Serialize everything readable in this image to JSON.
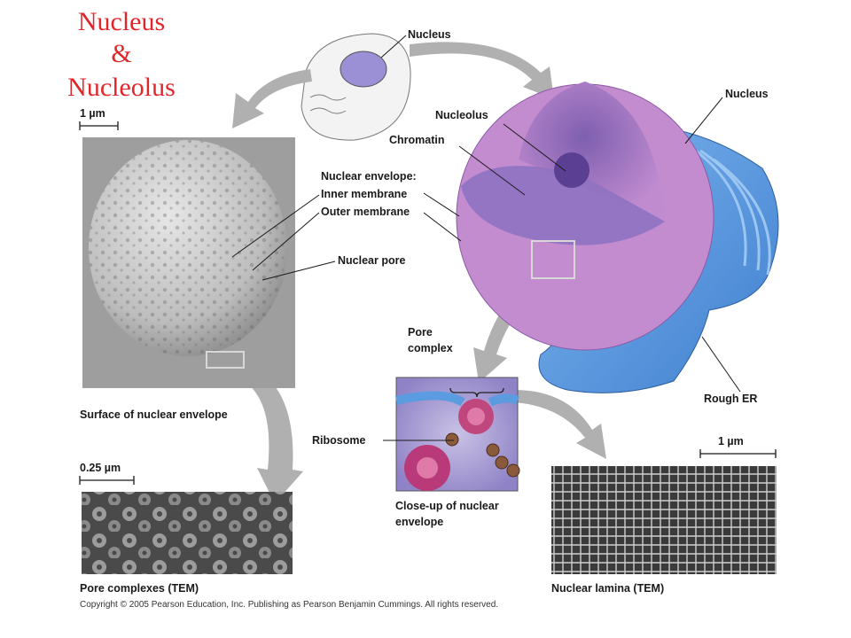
{
  "title": {
    "line1": "Nucleus",
    "line2": "&",
    "line3": "Nucleolus"
  },
  "labels": {
    "nucleus_top": "Nucleus",
    "nucleus_right": "Nucleus",
    "nucleolus": "Nucleolus",
    "chromatin": "Chromatin",
    "nuclear_envelope": "Nuclear envelope:",
    "inner_membrane": "Inner membrane",
    "outer_membrane": "Outer membrane",
    "nuclear_pore": "Nuclear pore",
    "pore_complex_1": "Pore",
    "pore_complex_2": "complex",
    "ribosome": "Ribosome",
    "rough_er": "Rough ER",
    "closeup_1": "Close-up of nuclear",
    "closeup_2": "envelope",
    "surface_caption": "Surface of nuclear envelope",
    "pore_complexes_caption": "Pore complexes (TEM)",
    "lamina_caption": "Nuclear lamina (TEM)"
  },
  "scale_bars": {
    "top_left": "1 µm",
    "pore": "0.25 µm",
    "lamina": "1 µm"
  },
  "copyright": "Copyright © 2005 Pearson Education, Inc. Publishing as Pearson Benjamin Cummings. All rights reserved.",
  "colors": {
    "title": "#e0262b",
    "nucleus": "#8a6ab8",
    "er": "#5b9be0",
    "arrow": "#b0b0b0"
  }
}
